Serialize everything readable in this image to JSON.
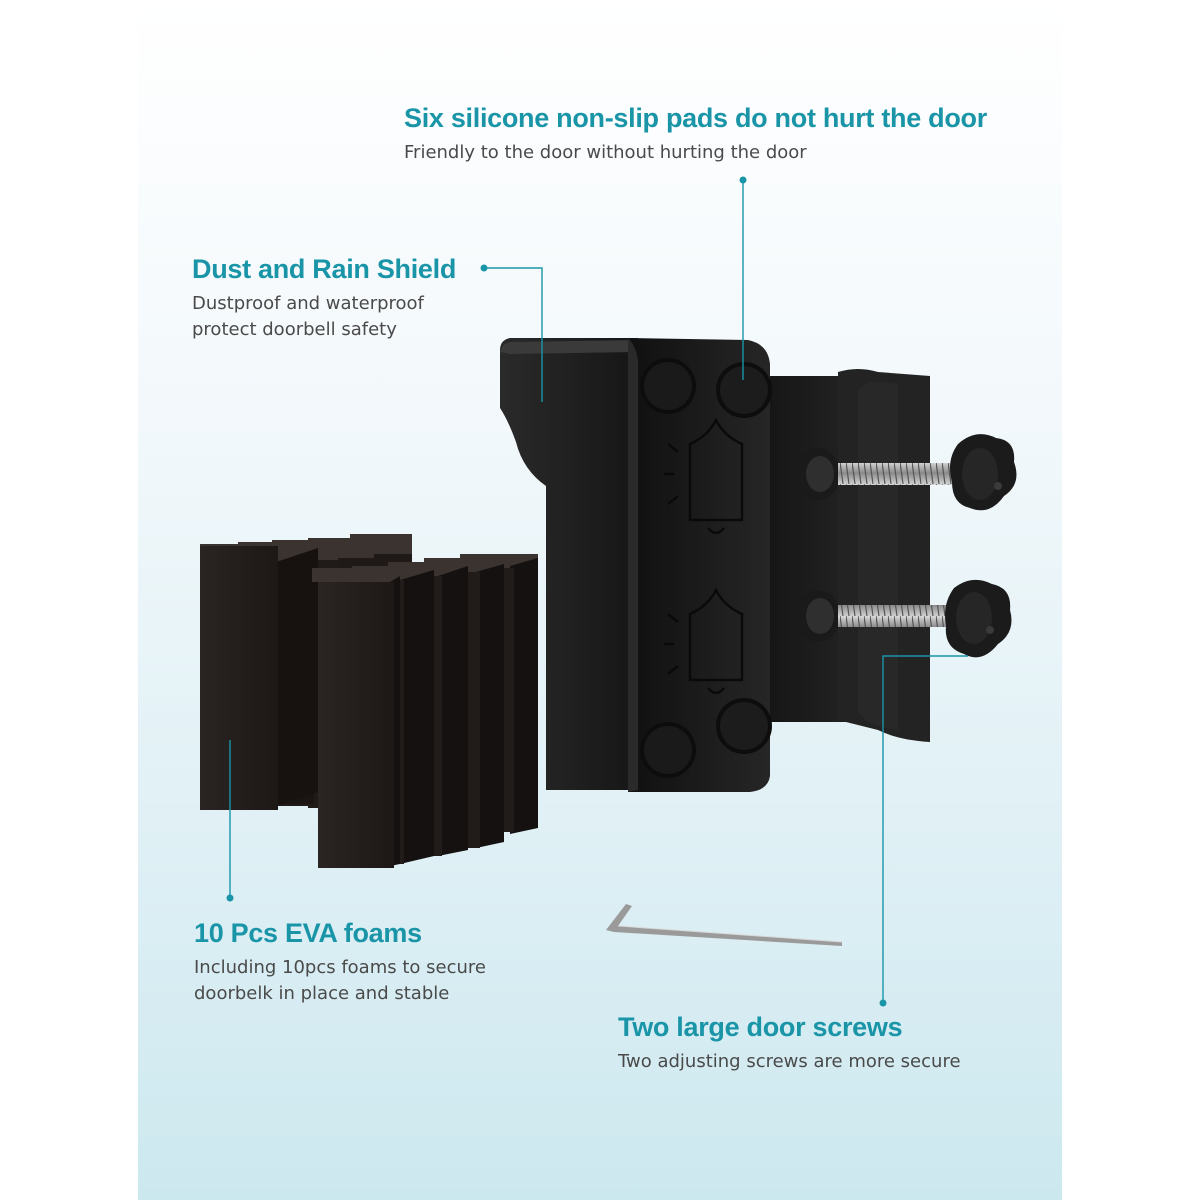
{
  "callouts": {
    "pads": {
      "title": "Six silicone non-slip pads do not hurt the door",
      "desc": "Friendly to the door without hurting the door"
    },
    "shield": {
      "title": "Dust and Rain Shield",
      "desc_line1": "Dustproof and waterproof",
      "desc_line2": "protect doorbell safety"
    },
    "foams": {
      "title": "10 Pcs EVA foams",
      "desc_line1": "Including 10pcs foams to secure",
      "desc_line2": "doorbelk in place and stable"
    },
    "screws": {
      "title": "Two large door screws",
      "desc": "Two adjusting screws are more secure"
    }
  },
  "colors": {
    "accent": "#1a95a8",
    "product": "#1c1c1c",
    "text": "#4a4a4a"
  }
}
